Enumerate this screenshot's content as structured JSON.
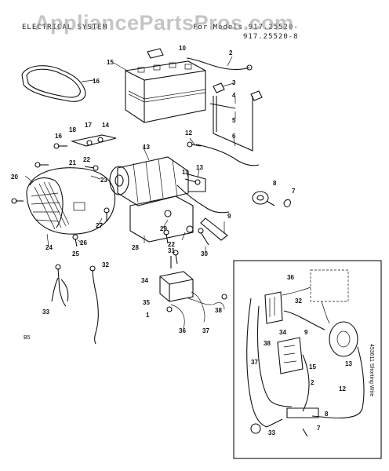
{
  "header": {
    "title": "ELECTRICAL SYSTEM",
    "model_line_1": "For Models 917.25520-",
    "model_line_2": "917.25520-8"
  },
  "watermark": "AppliancePartsPros.com",
  "page_code": "B5",
  "parts": [
    "1",
    "2",
    "3",
    "4",
    "5",
    "6",
    "7",
    "8",
    "9",
    "10",
    "11",
    "12",
    "13",
    "14",
    "15",
    "16",
    "17",
    "18",
    "20",
    "21",
    "22",
    "23",
    "24",
    "25",
    "26",
    "27",
    "28",
    "29",
    "30",
    "31",
    "32",
    "33",
    "34",
    "35",
    "36",
    "37",
    "38"
  ],
  "schematic": {
    "labels": [
      "36",
      "32",
      "34",
      "38",
      "15",
      "9",
      "13",
      "37",
      "2",
      "12",
      "8",
      "33",
      "7"
    ],
    "side_note": "453611 Shorting Wire"
  },
  "colors": {
    "ink": "#111111",
    "watermark": "#969696",
    "background": "#ffffff"
  }
}
